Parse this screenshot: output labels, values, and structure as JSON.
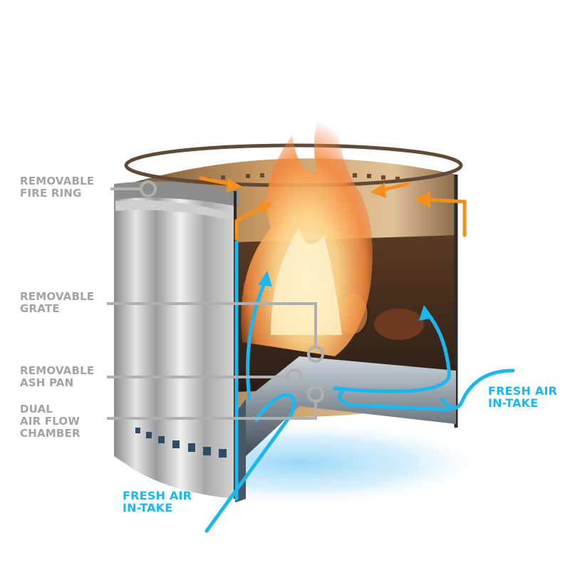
{
  "diagram": {
    "subject": "Stainless steel smokeless fire pit cutaway",
    "colors": {
      "label_gray": "#a3a3a3",
      "callout_line": "#b0b0b0",
      "fresh_air_blue": "#1ab8ef",
      "hot_air_orange": "#f5901e",
      "steel_light": "#d9d9d9",
      "steel_dark": "#6e6e6e",
      "interior_bronze": "#b98a55",
      "flame_yellow": "#ffe9a8",
      "flame_orange": "#f58a3c",
      "glow_blue": "#bfe6fb"
    },
    "callouts": [
      {
        "id": "fire-ring",
        "lines": [
          "REMOVABLE",
          "FIRE RING"
        ]
      },
      {
        "id": "grate",
        "lines": [
          "REMOVABLE",
          "GRATE"
        ]
      },
      {
        "id": "ash-pan",
        "lines": [
          "REMOVABLE",
          "ASH PAN"
        ]
      },
      {
        "id": "air-flow",
        "lines": [
          "DUAL",
          "AIR FLOW",
          "CHAMBER"
        ]
      }
    ],
    "intake_labels": [
      {
        "id": "intake-left",
        "lines": [
          "FRESH AIR",
          "IN-TAKE"
        ]
      },
      {
        "id": "intake-right",
        "lines": [
          "FRESH AIR",
          "IN-TAKE"
        ]
      }
    ],
    "arrows": {
      "hot_air": "orange secondary-combustion arrows pointing inward at rim",
      "fresh_air": "blue arrows flowing from base up inner walls"
    }
  }
}
